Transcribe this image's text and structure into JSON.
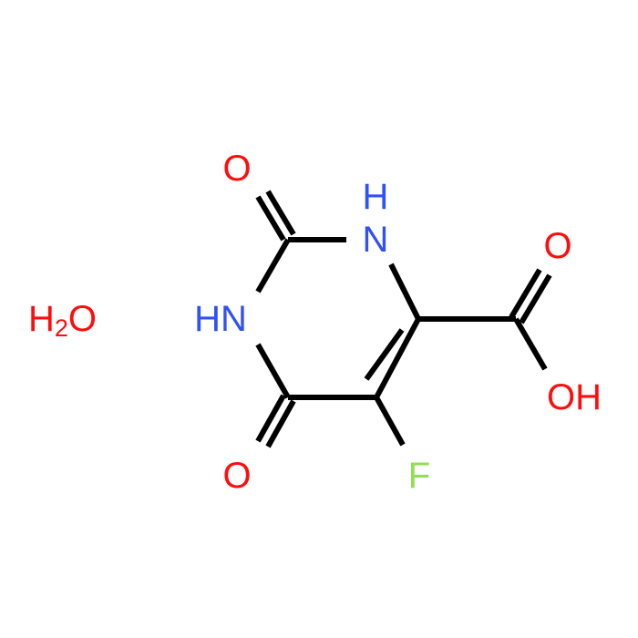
{
  "molecule": {
    "atoms": {
      "o_top": {
        "label": "O",
        "color": "#ff0d0d"
      },
      "nh_top_n": {
        "label": "N",
        "color": "#3050f8"
      },
      "nh_top_h": {
        "label": "H",
        "color": "#3050f8"
      },
      "o_acid_dbl": {
        "label": "O",
        "color": "#ff0d0d"
      },
      "hn_left": {
        "label": "HN",
        "color": "#3050f8"
      },
      "oh": {
        "label": "OH",
        "color": "#ff0d0d"
      },
      "o_bottom": {
        "label": "O",
        "color": "#ff0d0d"
      },
      "fluorine": {
        "label": "F",
        "color": "#90e050"
      }
    },
    "water": {
      "h": "H",
      "subscript": "2",
      "o": "O",
      "color": "#ff0d0d"
    },
    "bond_color": "#000000"
  }
}
